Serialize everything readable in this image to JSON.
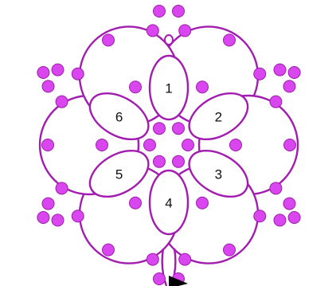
{
  "diagram": {
    "colors": {
      "thread": "#a21caf",
      "bead_fill": "#d946ef",
      "bead_stroke": "#9d1fa8",
      "label_color": "#111111",
      "pointer_color": "#000000"
    },
    "ring_labels": [
      "1",
      "2",
      "3",
      "4",
      "5",
      "6"
    ]
  }
}
